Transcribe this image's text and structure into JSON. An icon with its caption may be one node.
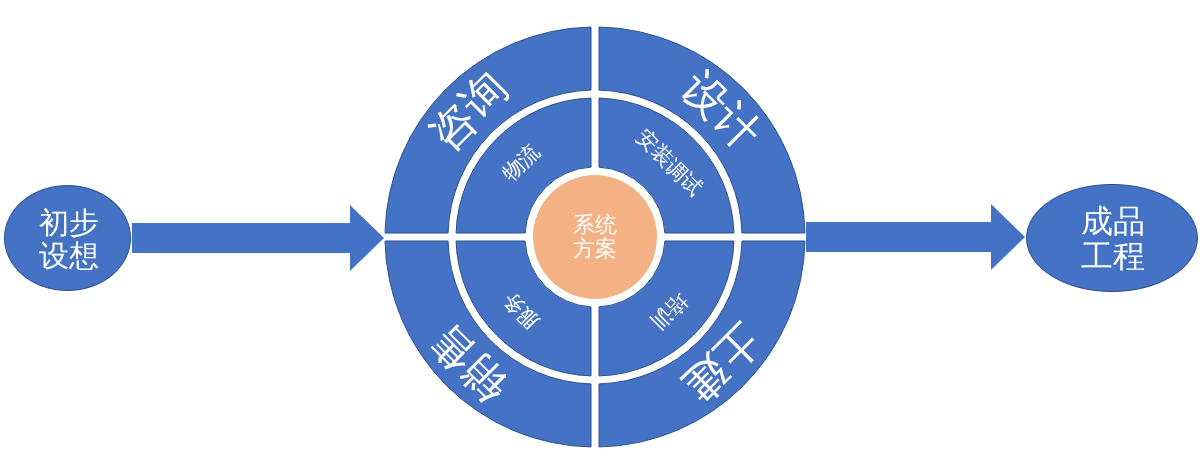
{
  "diagram": {
    "nodes": [
      {
        "text": [
          "初步设想"
        ]
      },
      {
        "text": [],
        "shape": "circle"
      },
      {
        "text": [
          "咨询"
        ],
        "in": 1
      },
      {
        "text": [
          "设计"
        ],
        "in": 1
      },
      {
        "text": [
          "物流"
        ],
        "in": 1
      },
      {
        "text": [
          "安装调试"
        ],
        "in": 1
      },
      {
        "text": [
          "系统方案"
        ],
        "in": 1
      },
      {
        "text": [
          "服务"
        ],
        "in": 1
      },
      {
        "text": [
          "培训"
        ],
        "in": 1
      },
      {
        "text": [
          "销售"
        ],
        "in": 1
      },
      {
        "text": [
          "土建"
        ],
        "in": 1
      },
      {
        "text": [
          "成品工程"
        ]
      }
    ],
    "edges": [
      {
        "from": 0,
        "to": 1,
        "arrow": "to"
      },
      {
        "from": 1,
        "to": 11,
        "arrow": "to"
      }
    ]
  }
}
